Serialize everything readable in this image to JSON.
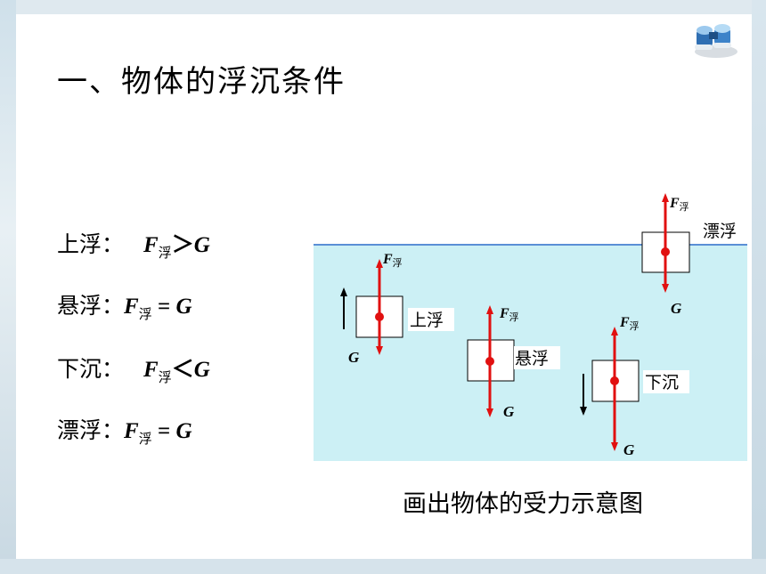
{
  "title": "一、物体的浮沉条件",
  "conditions": [
    {
      "label": "上浮：",
      "F": "F",
      "sub": "浮",
      "op": "＞",
      "G": "G"
    },
    {
      "label": "悬浮：",
      "F": "F",
      "sub": "浮",
      "op": " = ",
      "G": "G"
    },
    {
      "label": "下沉：",
      "F": "F",
      "sub": "浮",
      "op": "＜",
      "G": "G"
    },
    {
      "label": "漂浮：",
      "F": "F",
      "sub": "浮",
      "op": " = ",
      "G": "G"
    }
  ],
  "diagram": {
    "F_symbol": "F",
    "F_sub": "浮",
    "G_symbol": "G",
    "boxes": [
      {
        "state": "上浮"
      },
      {
        "state": "悬浮"
      },
      {
        "state": "下沉"
      },
      {
        "state": "漂浮"
      }
    ],
    "colors": {
      "water": "#ccf0f5",
      "arrow": "#e11010",
      "surface": "#5b8fd6"
    }
  },
  "caption": "画出物体的受力示意图",
  "decor": {
    "icon": "binoculars-icon"
  }
}
